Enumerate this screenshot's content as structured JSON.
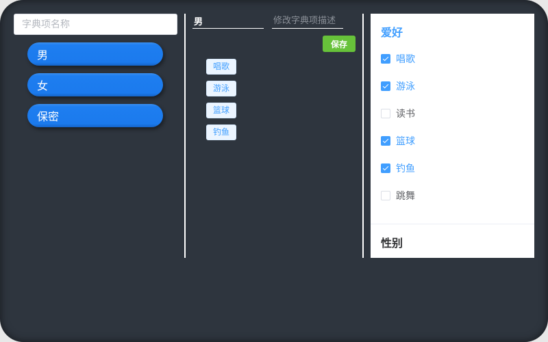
{
  "left": {
    "search": {
      "placeholder": "字典项名称",
      "value": ""
    },
    "items": [
      {
        "label": "男"
      },
      {
        "label": "女"
      },
      {
        "label": "保密"
      }
    ]
  },
  "middle": {
    "name_input": {
      "value": "男",
      "placeholder": ""
    },
    "desc_input": {
      "value": "",
      "placeholder": "修改字典项描述"
    },
    "save_label": "保存",
    "tags": [
      {
        "label": "唱歌"
      },
      {
        "label": "游泳"
      },
      {
        "label": "篮球"
      },
      {
        "label": "钓鱼"
      }
    ]
  },
  "right": {
    "title": "爱好",
    "options": [
      {
        "label": "唱歌",
        "checked": true
      },
      {
        "label": "游泳",
        "checked": true
      },
      {
        "label": "读书",
        "checked": false
      },
      {
        "label": "篮球",
        "checked": true
      },
      {
        "label": "钓鱼",
        "checked": true
      },
      {
        "label": "跳舞",
        "checked": false
      }
    ],
    "next_section_title": "性别"
  },
  "colors": {
    "background": "#2e353e",
    "primary": "#409eff",
    "item_button": "#1e7ef0",
    "save_button": "#67c23a"
  }
}
